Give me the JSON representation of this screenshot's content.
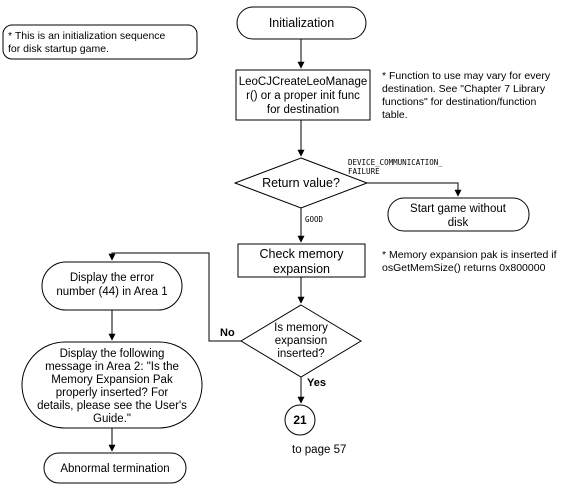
{
  "notes": {
    "intro": [
      "* This is an initialization sequence",
      "for disk startup game."
    ],
    "function_note": [
      "* Function to use may vary for every",
      "destination. See \"Chapter 7 Library",
      "functions\" for destination/function",
      "table."
    ],
    "memory_note": [
      "* Memory expansion pak is inserted if",
      "osGetMemSize() returns 0x800000"
    ]
  },
  "nodes": {
    "init": "Initialization",
    "create": [
      "LeoCJCreateLeoManage",
      "r() or a proper init func",
      "for destination"
    ],
    "return_value": "Return value?",
    "start_no_disk": [
      "Start game without",
      "disk"
    ],
    "check_memory": [
      "Check memory",
      "expansion"
    ],
    "is_memory": [
      "Is memory",
      "expansion",
      "inserted?"
    ],
    "connector": "21",
    "error_number": [
      "Display the error",
      "number (44) in Area 1"
    ],
    "message": [
      "Display the following",
      "message in Area 2: \"Is the",
      "Memory Expansion Pak",
      "properly inserted?  For",
      "details, please see the User's",
      "Guide.\""
    ],
    "abnormal": "Abnormal termination"
  },
  "labels": {
    "failure": [
      "DEVICE_COMMUNICATION_",
      "FAILURE"
    ],
    "good": "GOOD",
    "no": "No",
    "yes": "Yes",
    "to_page": "to page 57"
  }
}
